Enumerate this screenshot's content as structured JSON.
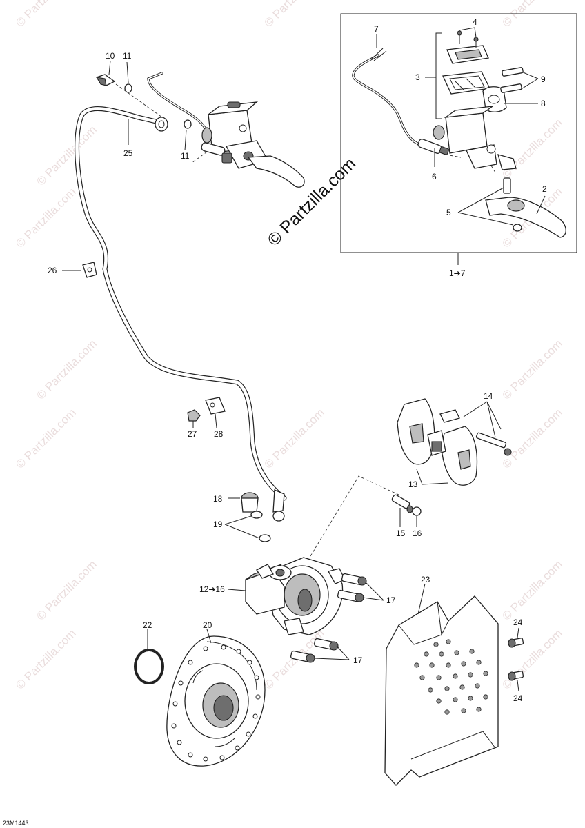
{
  "callouts": {
    "n1": "10",
    "n2": "11",
    "n3": "25",
    "n4": "11",
    "n5": "7",
    "n6": "4",
    "n7": "3",
    "n8": "9",
    "n9": "8",
    "n10": "6",
    "n11": "2",
    "n12": "5",
    "n13": "1➔7",
    "n14": "26",
    "n15": "27",
    "n16": "28",
    "n17": "14",
    "n18": "13",
    "n19": "15",
    "n20": "16",
    "n21": "18",
    "n22": "19",
    "n23": "12➔16",
    "n24": "17",
    "n25": "17",
    "n26": "22",
    "n27": "20",
    "n28": "23",
    "n29": "24",
    "n30": "24"
  },
  "watermark": {
    "text": "© Partzilla.com",
    "center_text": "© Partzilla.com"
  },
  "figure_code": "23M1443"
}
